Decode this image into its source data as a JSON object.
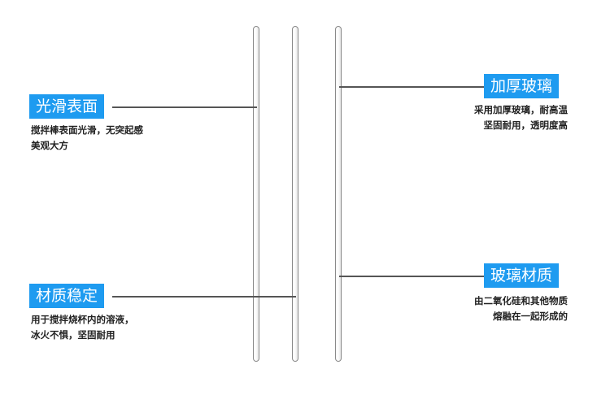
{
  "features": [
    {
      "id": "smooth",
      "title": "光滑表面",
      "lines": [
        "搅拌棒表面光滑，无突起感",
        "美观大方"
      ]
    },
    {
      "id": "thick",
      "title": "加厚玻璃",
      "lines": [
        "采用加厚玻璃，耐高温",
        "坚固耐用，透明度高"
      ]
    },
    {
      "id": "stable",
      "title": "材质稳定",
      "lines": [
        "用于搅拌烧杯内的溶液，",
        "冰火不惧，坚固耐用"
      ]
    },
    {
      "id": "glass",
      "title": "玻璃材质",
      "lines": [
        "由二氧化硅和其他物质",
        "熔融在一起形成的"
      ]
    }
  ],
  "colors": {
    "accent": "#1e9bf0"
  }
}
